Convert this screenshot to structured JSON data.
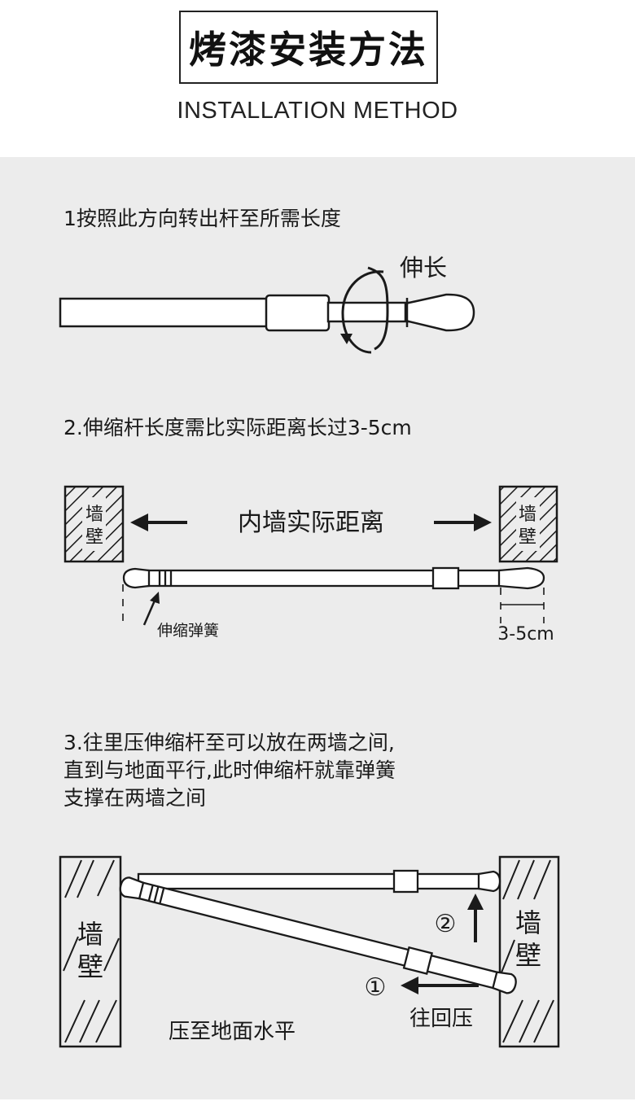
{
  "header": {
    "title": "烤漆安装方法",
    "subtitle": "INSTALLATION METHOD"
  },
  "steps": {
    "step1": {
      "text": "1按照此方向转出杆至所需长度",
      "extend_label": "伸长"
    },
    "step2": {
      "text": "2.伸缩杆长度需比实际距离长过3-5cm",
      "wall_label_top": "墙",
      "wall_label_bottom": "壁",
      "distance_label": "内墙实际距离",
      "spring_label": "伸缩弹簧",
      "extra_label": "3-5cm"
    },
    "step3": {
      "lines": [
        "3.往里压伸缩杆至可以放在两墙之间,",
        "直到与地面平行,此时伸缩杆就靠弹簧",
        "支撑在两墙之间"
      ],
      "wall_label_top": "墙",
      "wall_label_bottom": "壁",
      "marker_1": "①",
      "marker_2": "②",
      "press_label": "往回压",
      "level_label": "压至地面水平"
    }
  },
  "colors": {
    "panel_bg": "#ececec",
    "ink": "#1a1a1a",
    "rod_fill": "#ffffff"
  }
}
